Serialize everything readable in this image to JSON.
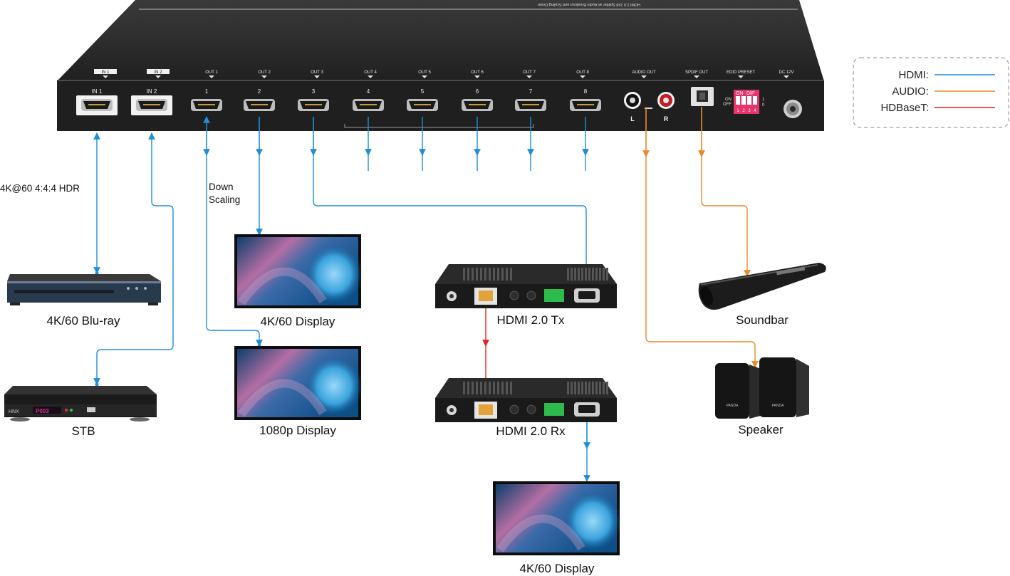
{
  "colors": {
    "hdmi": "#1e8fd6",
    "audio": "#ea8a2c",
    "hdbaset": "#e02424",
    "panel": "#232323",
    "dip": "#e8336b"
  },
  "switcher": {
    "header_text": "HDMI 2.0 2x8 Splitter w/ Audio Breakout and Scaling Down",
    "port_labels": [
      "IN 1",
      "IN 2",
      "OUT 1",
      "OUT 2",
      "OUT 3",
      "OUT 4",
      "OUT 5",
      "OUT 6",
      "OUT 7",
      "OUT 8",
      "AUDIO OUT",
      "SPDIF OUT",
      "EDID PRESET",
      "DC 12V"
    ],
    "port_numbers": [
      "IN 1",
      "IN 2",
      "1",
      "2",
      "3",
      "4",
      "5",
      "6",
      "7",
      "8"
    ],
    "audio_l": "L",
    "audio_r": "R",
    "dip_on": "ON",
    "dip_label": "DIP",
    "dip_on_off": [
      "ON",
      "OFF"
    ],
    "dip_numbers": [
      "1",
      "2",
      "3",
      "4"
    ],
    "dip_state": [
      "1",
      "0"
    ]
  },
  "annotations": {
    "hdr": "4K@60 4:4:4 HDR",
    "down_1": "Down",
    "down_2": "Scaling"
  },
  "devices": {
    "bluray": "4K/60 Blu-ray",
    "stb": "STB",
    "display_4k": "4K/60 Display",
    "display_1080": "1080p Display",
    "tx": "HDMI 2.0 Tx",
    "rx": "HDMI 2.0 Rx",
    "display_4k_rx": "4K/60 Display",
    "soundbar": "Soundbar",
    "speaker": "Speaker"
  },
  "device_marks": {
    "stb_brand": "HNX",
    "stb_code": "P003",
    "speaker_brand": "PANDA"
  },
  "legend": {
    "hdmi": "HDMI:",
    "audio": "AUDIO:",
    "hdbaset": "HDBaseT:"
  }
}
